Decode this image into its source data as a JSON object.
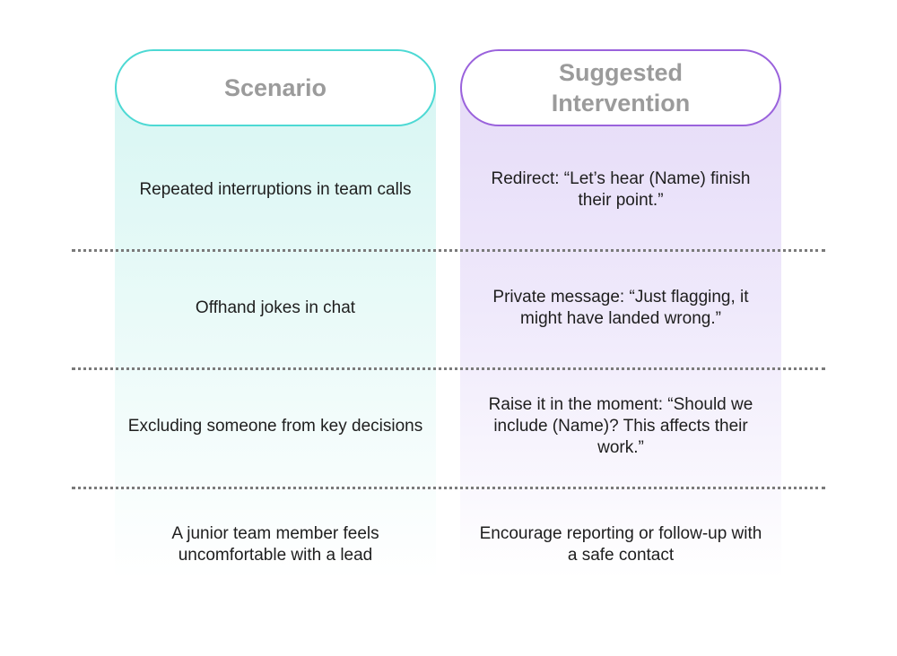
{
  "headers": {
    "scenario": "Scenario",
    "intervention_line1": "Suggested",
    "intervention_line2": "Intervention"
  },
  "colors": {
    "scenario_accent": "#4dd9d4",
    "intervention_accent": "#9a62dc",
    "header_text": "#9b9b9b"
  },
  "rows": [
    {
      "scenario": "Repeated interruptions in team calls",
      "intervention": "Redirect: “Let’s hear (Name) finish their point.”"
    },
    {
      "scenario": "Offhand jokes in chat",
      "intervention": "Private message: “Just flagging, it might have landed wrong.”"
    },
    {
      "scenario": "Excluding someone from key decisions",
      "intervention": "Raise it in the moment: “Should we include (Name)? This affects their work.”"
    },
    {
      "scenario": "A junior team member feels uncomfortable with a lead",
      "intervention": "Encourage reporting or follow-up with a safe contact"
    }
  ]
}
